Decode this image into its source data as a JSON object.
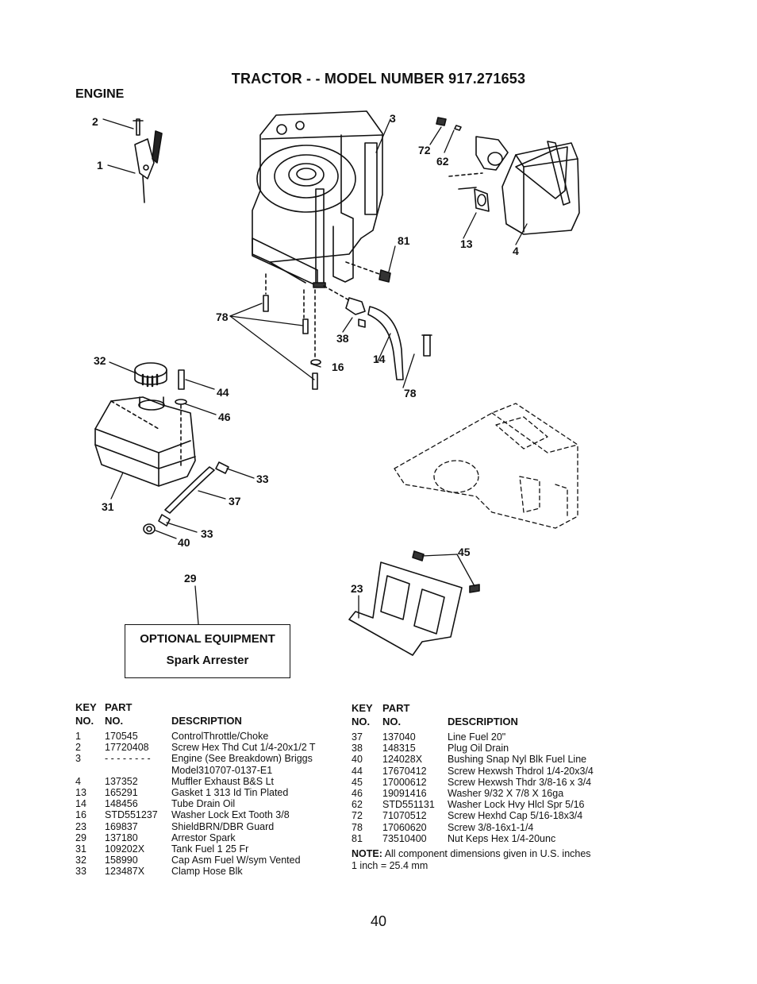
{
  "page": {
    "title": "TRACTOR - - MODEL NUMBER 917.271653",
    "section": "ENGINE",
    "page_number": "40"
  },
  "callouts": {
    "c2": "2",
    "c1": "1",
    "c3": "3",
    "c72": "72",
    "c62": "62",
    "c81": "81",
    "c13": "13",
    "c4": "4",
    "c78a": "78",
    "c38": "38",
    "c14": "14",
    "c16": "16",
    "c78b": "78",
    "c32": "32",
    "c44": "44",
    "c46": "46",
    "c33a": "33",
    "c37": "37",
    "c31": "31",
    "c33b": "33",
    "c40": "40",
    "c29": "29",
    "c45": "45",
    "c23": "23"
  },
  "optional": {
    "heading": "OPTIONAL EQUIPMENT",
    "item": "Spark Arrester"
  },
  "table_headers": {
    "key": "KEY",
    "part": "PART",
    "no1": "NO.",
    "no2": "NO.",
    "desc": "DESCRIPTION"
  },
  "parts_left": [
    {
      "key": "1",
      "part": "170545",
      "desc": "ControlThrottle/Choke"
    },
    {
      "key": "2",
      "part": "17720408",
      "desc": "Screw Hex Thd Cut 1/4-20x1/2 T"
    },
    {
      "key": "3",
      "part": "- - - - - - - -",
      "desc": "Engine (See Breakdown) Briggs"
    },
    {
      "key": "",
      "part": "",
      "desc": "Model310707-0137-E1"
    },
    {
      "key": "4",
      "part": "137352",
      "desc": "Muffler Exhaust B&S Lt"
    },
    {
      "key": "13",
      "part": "165291",
      "desc": "Gasket 1 313 Id Tin Plated"
    },
    {
      "key": "14",
      "part": "148456",
      "desc": "Tube Drain Oil"
    },
    {
      "key": "16",
      "part": "STD551237",
      "desc": "Washer Lock Ext Tooth 3/8"
    },
    {
      "key": "23",
      "part": "169837",
      "desc": "ShieldBRN/DBR Guard"
    },
    {
      "key": "29",
      "part": "137180",
      "desc": "Arrestor Spark"
    },
    {
      "key": "31",
      "part": "109202X",
      "desc": "Tank Fuel 1 25 Fr"
    },
    {
      "key": "32",
      "part": "158990",
      "desc": "Cap Asm Fuel W/sym Vented"
    },
    {
      "key": "33",
      "part": "123487X",
      "desc": "Clamp Hose Blk"
    }
  ],
  "parts_right": [
    {
      "key": "37",
      "part": "137040",
      "desc": "Line Fuel 20\""
    },
    {
      "key": "38",
      "part": "148315",
      "desc": "Plug Oil Drain"
    },
    {
      "key": "40",
      "part": "124028X",
      "desc": "Bushing Snap Nyl Blk Fuel Line"
    },
    {
      "key": "44",
      "part": "17670412",
      "desc": "Screw Hexwsh Thdrol 1/4-20x3/4"
    },
    {
      "key": "45",
      "part": "17000612",
      "desc": "Screw Hexwsh Thdr 3/8-16 x 3/4"
    },
    {
      "key": "46",
      "part": "19091416",
      "desc": "Washer 9/32 X 7/8 X 16ga"
    },
    {
      "key": "62",
      "part": "STD551131",
      "desc": "Washer Lock Hvy Hlcl Spr 5/16"
    },
    {
      "key": "72",
      "part": "71070512",
      "desc": "Screw Hexhd Cap 5/16-18x3/4"
    },
    {
      "key": "78",
      "part": "17060620",
      "desc": "Screw 3/8-16x1-1/4"
    },
    {
      "key": "81",
      "part": "73510400",
      "desc": "Nut Keps Hex 1/4-20unc"
    }
  ],
  "note": {
    "label": "NOTE:",
    "text": "All component dimensions given in U.S. inches",
    "conversion": "1 inch = 25.4 mm"
  }
}
